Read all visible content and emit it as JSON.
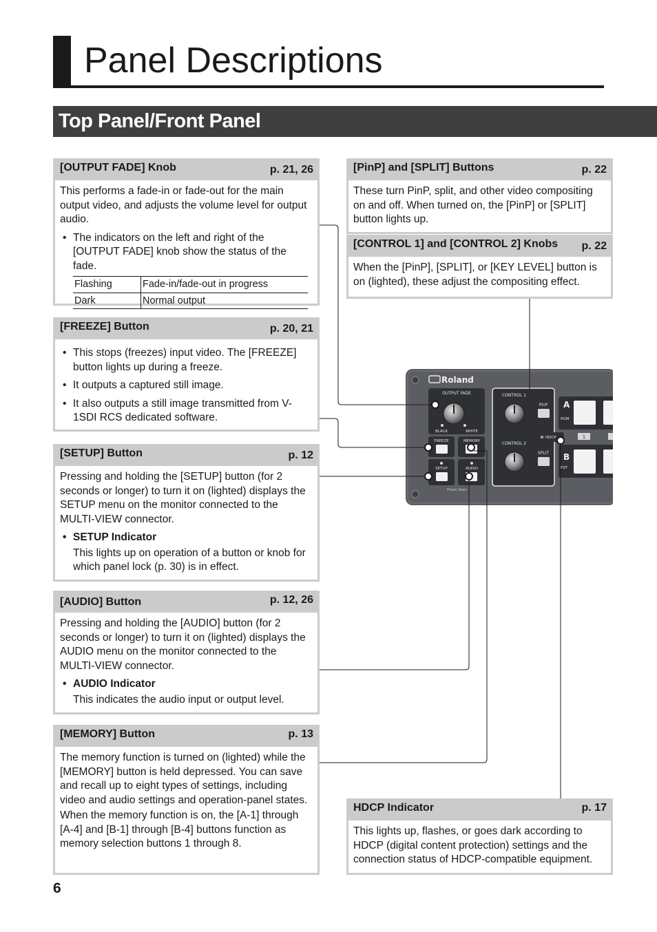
{
  "page": {
    "title": "Panel Descriptions",
    "section": "Top Panel/Front Panel",
    "page_number": "6"
  },
  "output_fade": {
    "heading": "[OUTPUT FADE] Knob",
    "ref": "p. 21, 26",
    "text": "This performs a fade-in or fade-out for the main output video, and adjusts the volume level for output audio.",
    "bullet": "The indicators on the left and right of the [OUTPUT FADE] knob show the status of the fade.",
    "table": [
      {
        "state": "Flashing",
        "meaning": "Fade-in/fade-out in progress"
      },
      {
        "state": "Dark",
        "meaning": "Normal output"
      }
    ]
  },
  "freeze": {
    "heading": "[FREEZE] Button",
    "ref": "p. 20, 21",
    "bullets": [
      "This stops (freezes) input video. The [FREEZE] button lights up during a freeze.",
      "It outputs a captured still image.",
      "It also outputs a still image transmitted from V-1SDI RCS dedicated software."
    ]
  },
  "setup": {
    "heading": "[SETUP] Button",
    "ref": "p. 12",
    "text": "Pressing and holding the [SETUP] button (for 2 seconds or longer) to turn it on (lighted) displays the SETUP menu on the monitor connected to the MULTI-VIEW connector.",
    "indicator_title": "SETUP Indicator",
    "indicator_text": "This lights up on operation of a button or knob for which panel lock (p. 30) is in effect."
  },
  "audio": {
    "heading": "[AUDIO] Button",
    "ref": "p. 12, 26",
    "text": "Pressing and holding the [AUDIO] button (for 2 seconds or longer) to turn it on (lighted) displays the AUDIO menu on the monitor connected to the MULTI-VIEW connector.",
    "indicator_title": "AUDIO Indicator",
    "indicator_text": "This indicates the audio input or output level."
  },
  "memory": {
    "heading": "[MEMORY] Button",
    "ref": "p. 13",
    "text1": "The memory function is turned on (lighted) while the [MEMORY] button is held depressed. You can save and recall up to eight types of settings, including video and audio settings and operation-panel states.",
    "text2": "When the memory function is on, the [A-1] through [A-4] and [B-1] through [B-4] buttons function as memory selection buttons 1 through 8."
  },
  "pinp": {
    "heading": "[PinP] and [SPLIT] Buttons",
    "ref": "p. 22",
    "text": "These turn PinP, split, and other video compositing on and off. When turned on, the [PinP] or [SPLIT] button lights up."
  },
  "control": {
    "heading": "[CONTROL 1] and [CONTROL 2] Knobs",
    "ref": "p. 22",
    "text": "When the [PinP], [SPLIT], or [KEY LEVEL] button is on (lighted), these adjust the compositing effect."
  },
  "hdcp": {
    "heading": "HDCP Indicator",
    "ref": "p. 17",
    "text": "This lights up, flashes, or goes dark according to HDCP (digital content protection) settings and the connection status of HDCP-compatible equipment."
  },
  "device": {
    "brand": "Roland",
    "output_fade": "OUTPUT FADE",
    "black": "BLACK",
    "white": "WHITE",
    "freeze": "FREEZE",
    "memory": "MEMORY",
    "setup": "SETUP",
    "audio": "AUDIO",
    "press": "Press 2sec",
    "control1": "CONTROL 1",
    "control2": "CONTROL 2",
    "pinp": "PinP",
    "split": "SPLIT",
    "hdcp": "HDCP",
    "a": "A",
    "pgm": "PGM",
    "b": "B",
    "pst": "PST",
    "one": "1"
  },
  "colors": {
    "panel": "#5b5d62",
    "panel_dark": "#2e3034",
    "header_gray": "#cbcbcb",
    "section_bar": "#3f3f3f"
  }
}
